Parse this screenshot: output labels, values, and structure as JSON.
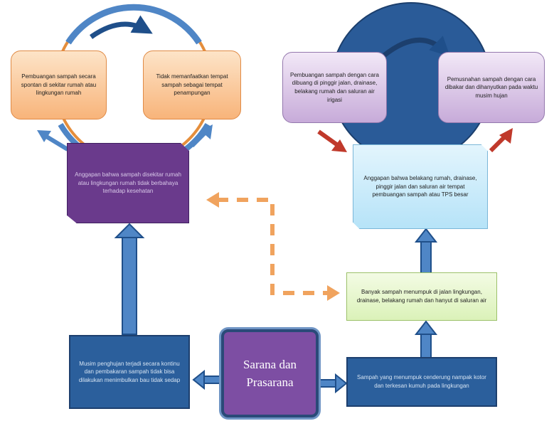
{
  "left_top": "Pembuangan sampah secara spontan di sekitar rumah atau lingkungan rumah",
  "left_top_right": "Tidak memanfaatkan tempat sampah sebagai tempat penampungan",
  "left_assumption": "Anggapan bahwa sampah disekitar rumah atau lingkungan rumah tidak berbahaya terhadap kesehatan",
  "right_top_left": "Pembuangan sampah dengan cara dibuang di pinggir jalan, drainase, belakang rumah dan saluran air irigasi",
  "right_top_right": "Pemusnahan sampah dengan cara dibakar dan dihanyutkan pada waktu musim hujan",
  "right_assumption": "Anggapan bahwa belakang rumah, drainase, pinggir jalan dan saluran air tempat pembuangan sampah atau TPS besar",
  "green_box": "Banyak sampah menumpuk di jalan lingkungan, drainase, belakang rumah dan hanyut di saluran air",
  "bottom_left": "Musim penghujan terjadi secara kontinu dan pembakaran sampah tidak bisa dilakukan menimbulkan bau tidak sedap",
  "center": "Sarana dan Prasarana",
  "bottom_right": "Sampah yang menumpuk cenderung nampak kotor dan terkesan kumuh pada lingkungan"
}
